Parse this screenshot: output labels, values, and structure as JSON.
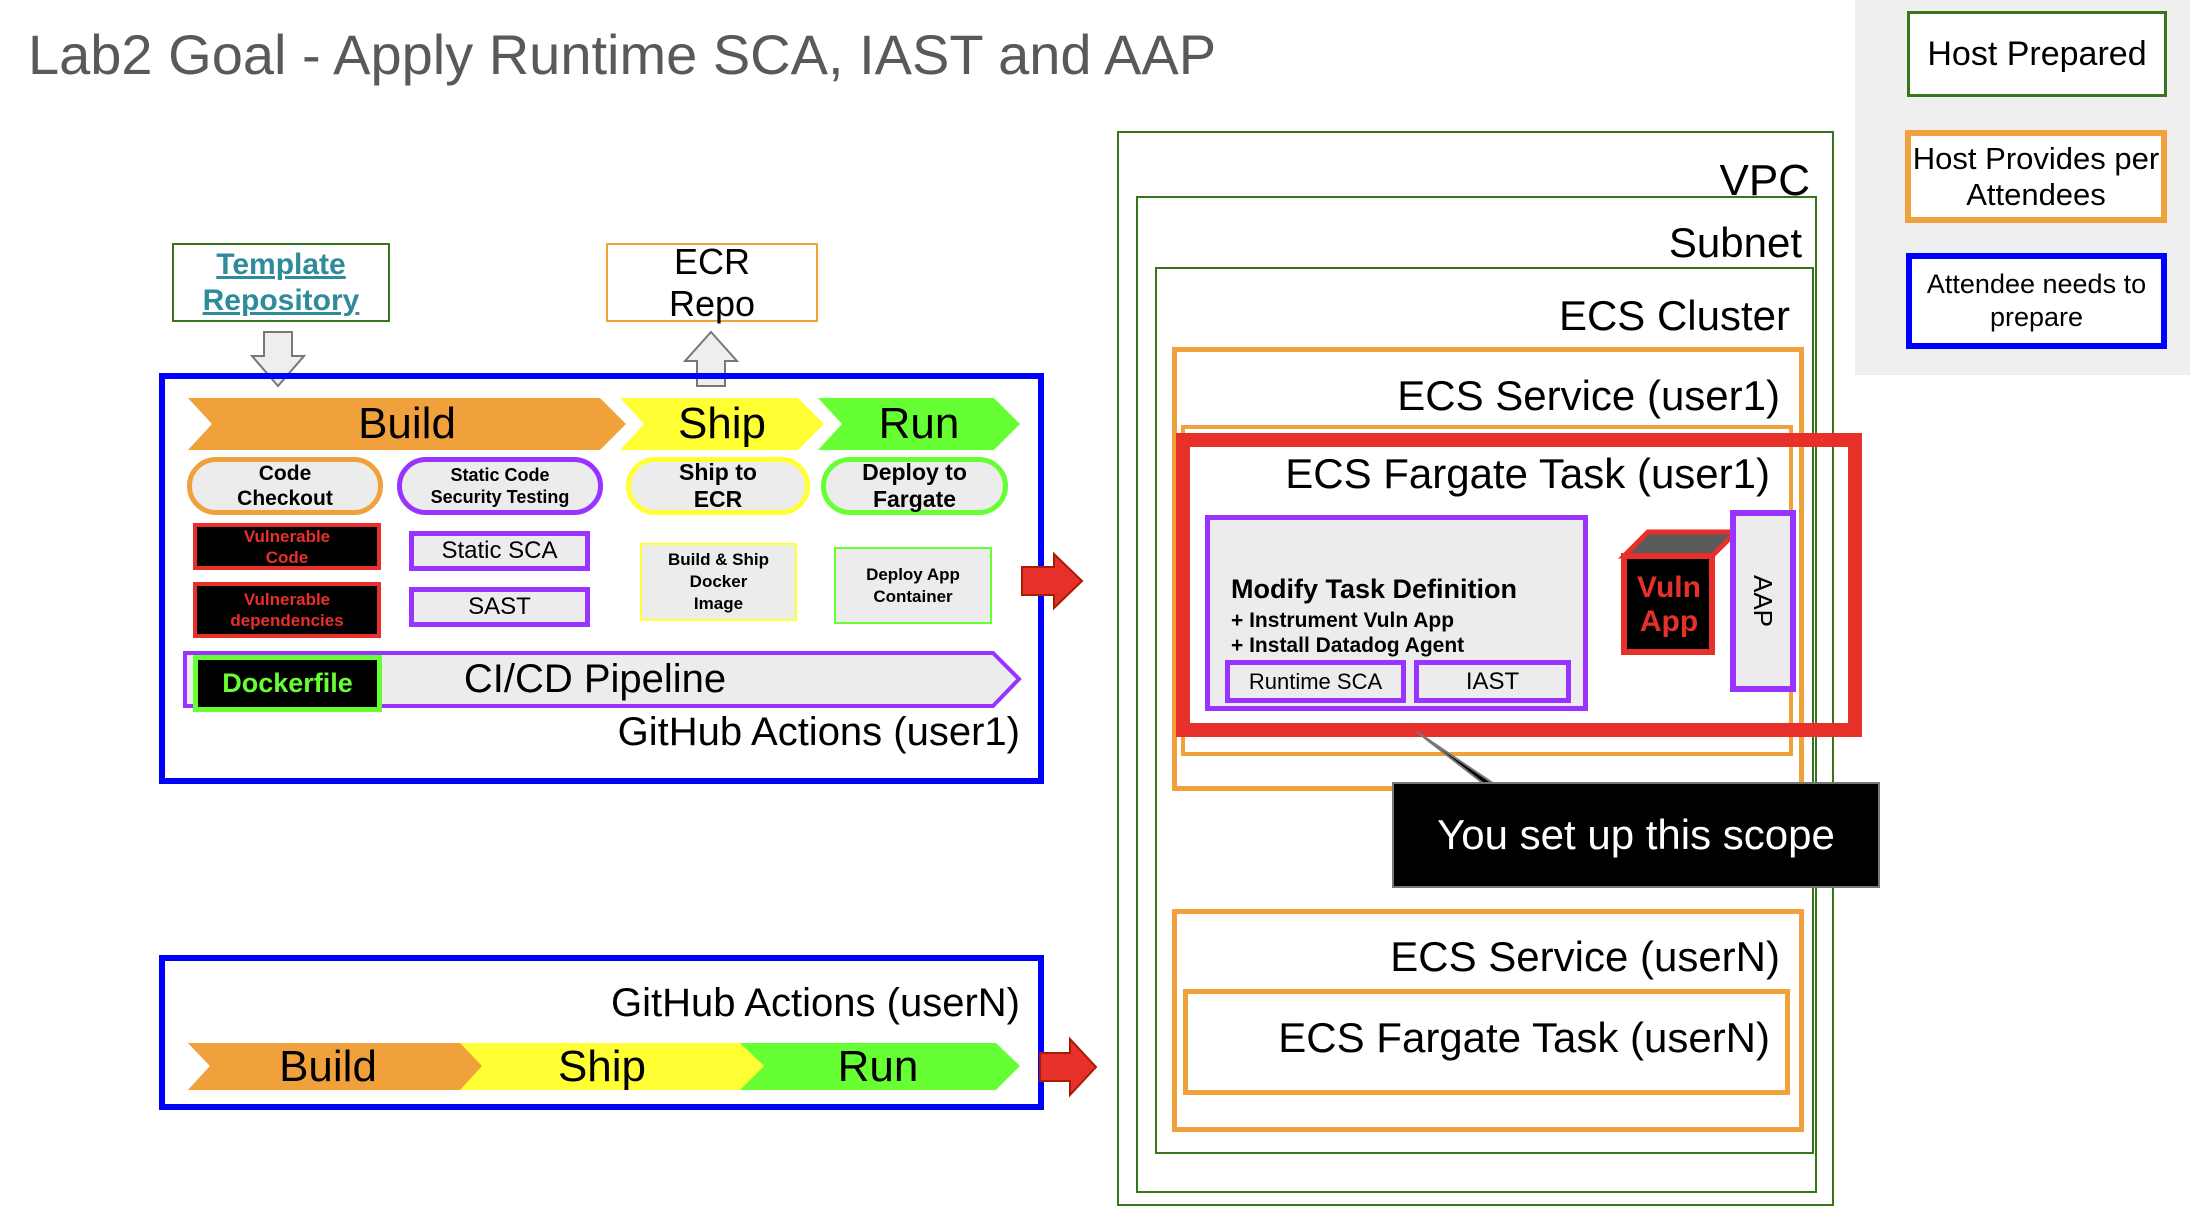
{
  "title": "Lab2 Goal - Apply Runtime SCA, IAST and AAP",
  "legend": {
    "host_prepared": "Host Prepared",
    "host_provides": "Host Provides per Attendees",
    "attendee_prepares": "Attendee needs to prepare"
  },
  "template_repo": {
    "line1": "Template",
    "line2": "Repository"
  },
  "ecr_repo": {
    "line1": "ECR",
    "line2": "Repo"
  },
  "pipeline_user1": {
    "stages": {
      "build": "Build",
      "ship": "Ship",
      "run": "Run"
    },
    "code_checkout": {
      "line1": "Code",
      "line2": "Checkout"
    },
    "static_testing": {
      "line1": "Static Code",
      "line2": "Security Testing"
    },
    "ship_to_ecr": {
      "line1": "Ship to",
      "line2": "ECR"
    },
    "deploy_fargate": {
      "line1": "Deploy to",
      "line2": "Fargate"
    },
    "vulnerable_code": {
      "line1": "Vulnerable",
      "line2": "Code"
    },
    "vulnerable_deps": {
      "line1": "Vulnerable",
      "line2": "dependencies"
    },
    "static_sca": "Static SCA",
    "sast": "SAST",
    "build_ship": {
      "line1": "Build & Ship",
      "line2": "Docker",
      "line3": "Image"
    },
    "deploy_app": {
      "line1": "Deploy App",
      "line2": "Container"
    },
    "dockerfile": "Dockerfile",
    "cicd": "CI/CD Pipeline",
    "label": "GitHub Actions (user1)"
  },
  "pipeline_userN": {
    "label": "GitHub Actions (userN)",
    "stages": {
      "build": "Build",
      "ship": "Ship",
      "run": "Run"
    }
  },
  "infra": {
    "vpc": "VPC",
    "subnet": "Subnet",
    "cluster": "ECS Cluster",
    "service_user1": "ECS Service (user1)",
    "task_user1": "ECS Fargate Task (user1)",
    "task_def": {
      "title": "Modify Task Definition",
      "line1": "+ Instrument Vuln App",
      "line2": "+ Install Datadog Agent",
      "runtime_sca": "Runtime SCA",
      "iast": "IAST"
    },
    "vuln_app": {
      "line1": "Vuln",
      "line2": "App"
    },
    "aap": "AAP",
    "callout": "You set up this scope",
    "service_userN": "ECS Service (userN)",
    "task_userN": "ECS Fargate Task (userN)"
  },
  "colors": {
    "green": "#38761d",
    "orange": "#f1a13b",
    "blue": "#0000ff",
    "purple": "#9933ff",
    "red": "#e8302a",
    "yellow": "#ffff33",
    "lime": "#66ff33",
    "teal": "#2e8b9a"
  }
}
